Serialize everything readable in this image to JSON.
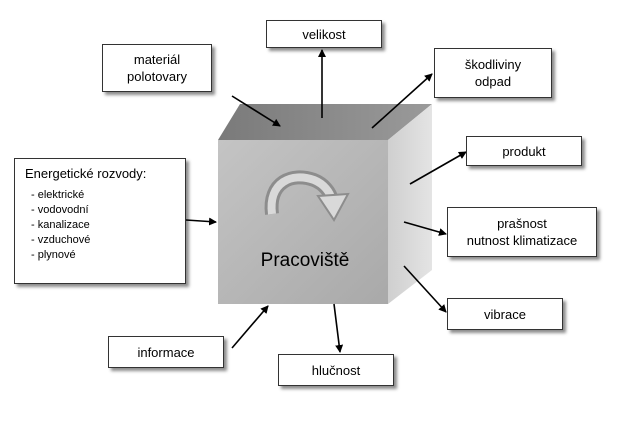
{
  "center": {
    "label": "Pracoviště",
    "icon": "curved-arrow-icon"
  },
  "inputs": {
    "material": [
      "materiál",
      "polotovary"
    ],
    "energy_title": "Energetické rozvody:",
    "energy_items": [
      "elektrické",
      "vodovodní",
      "kanalizace",
      "vzduchové",
      "plynové"
    ],
    "information": "informace"
  },
  "outputs": {
    "size": "velikost",
    "pollutants": [
      "škodliviny",
      "odpad"
    ],
    "product": "produkt",
    "dust": [
      "prašnost",
      "nutnost klimatizace"
    ],
    "vibration": "vibrace",
    "noise": "hlučnost"
  },
  "colors": {
    "cube_front": "#b8b8b8",
    "cube_top": "#8e8e8e",
    "cube_side": "#d6d6d6",
    "arrow": "#000000"
  }
}
